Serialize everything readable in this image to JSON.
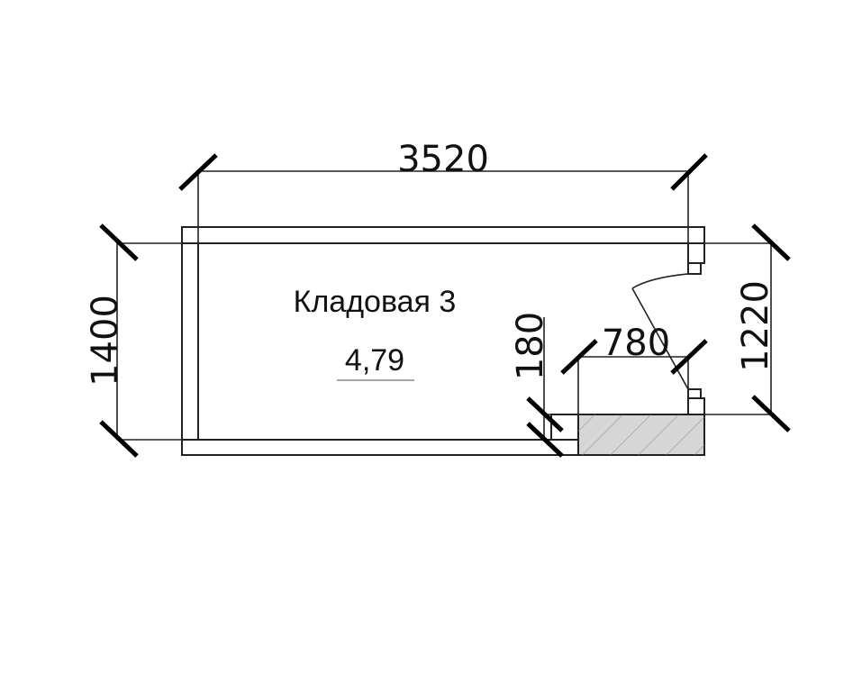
{
  "room": {
    "name": "Кладовая 3",
    "area": "4,79"
  },
  "dimensions": {
    "overall_length": "3520",
    "overall_width": "1400",
    "door_side": "1220",
    "door_width": "780",
    "step": "180"
  },
  "colors": {
    "line": "#222222",
    "hatch": "#9a9a9a",
    "shaft_fill": "#d6d6d6",
    "background": "#ffffff"
  }
}
